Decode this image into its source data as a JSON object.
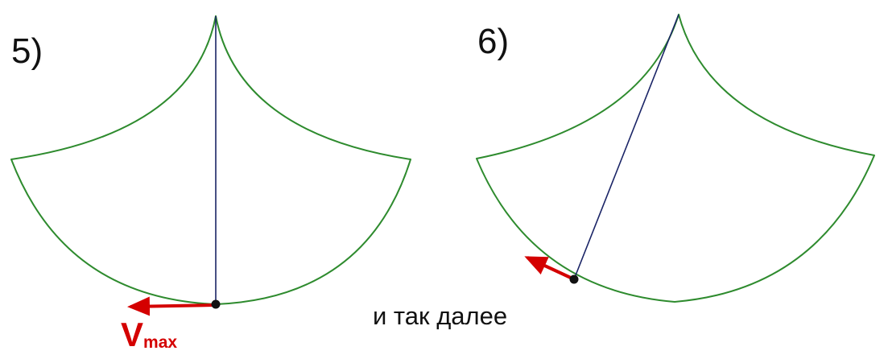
{
  "panels": [
    {
      "label": "5)"
    },
    {
      "label": "6)"
    }
  ],
  "caption": "и так далее",
  "velocity_label": {
    "main": "V",
    "subscript": "max"
  },
  "colors": {
    "outline": "#2e8b2e",
    "thread": "#1a2466",
    "velocity_arrow": "#d40000",
    "bob": "#111111",
    "text": "#111111"
  }
}
